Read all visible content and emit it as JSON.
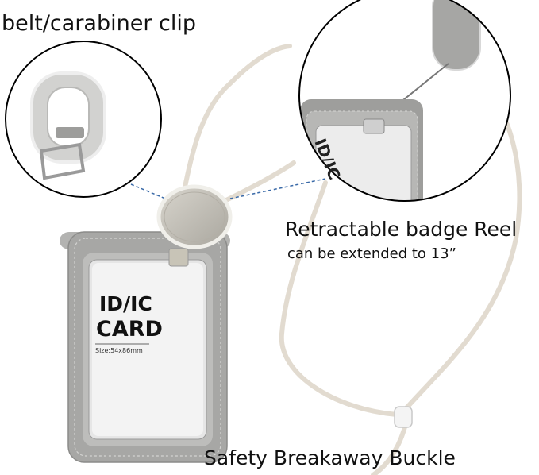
{
  "labels": {
    "clip": "belt/carabiner clip",
    "reel_title": "Retractable badge Reel",
    "reel_detail": "can be extended to 13”",
    "buckle": "Safety Breakaway Buckle"
  },
  "card": {
    "line1": "ID/IC",
    "line2": "CARD",
    "size": "Size:54x86mm"
  },
  "zoom_card_text": "ID/IC",
  "colors": {
    "lanyard": "#e2dbd0",
    "holder": "#a7a7a5",
    "holder_edge": "#8c8c8a",
    "reel": "#c9c6be",
    "circle_outline": "#000000",
    "callout_line": "#3a6aa8"
  }
}
